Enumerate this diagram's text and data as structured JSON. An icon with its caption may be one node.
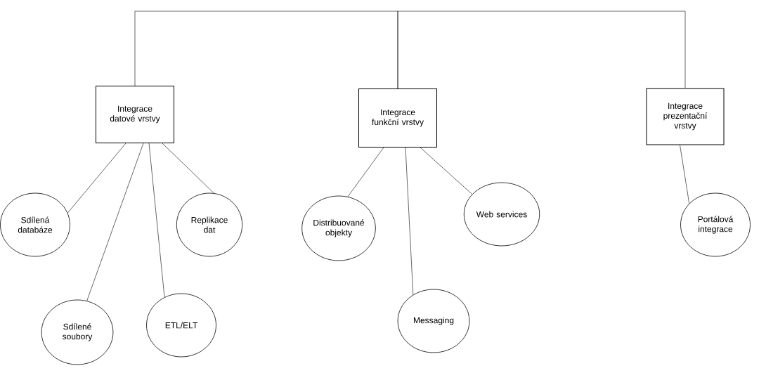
{
  "diagram": {
    "nodes": [
      {
        "text": [
          "Integrace datové vrstvy"
        ]
      },
      {
        "text": [
          "Integrace funkční vrstvy"
        ]
      },
      {
        "text": [
          "Integrace prezentační vrstvy"
        ]
      },
      {
        "text": [
          "Sdílená databáze"
        ]
      },
      {
        "text": [
          "Sdílené soubory"
        ]
      },
      {
        "text": [
          "ETL/ELT"
        ]
      },
      {
        "text": [
          "Replikace dat"
        ]
      },
      {
        "text": [
          "Distribuované objekty"
        ]
      },
      {
        "text": [
          "Messaging"
        ]
      },
      {
        "text": [
          "Web services"
        ]
      },
      {
        "text": [
          "Portálová integrace"
        ]
      }
    ],
    "edges": [
      {
        "from": 0,
        "to": 1,
        "arrow": "none"
      },
      {
        "from": 1,
        "to": 2,
        "arrow": "none"
      },
      {
        "from": 0,
        "to": 3,
        "arrow": "none"
      },
      {
        "from": 0,
        "to": 4,
        "arrow": "none"
      },
      {
        "from": 0,
        "to": 5,
        "arrow": "none"
      },
      {
        "from": 0,
        "to": 6,
        "arrow": "none"
      },
      {
        "from": 1,
        "to": 7,
        "arrow": "none"
      },
      {
        "from": 1,
        "to": 8,
        "arrow": "none"
      },
      {
        "from": 1,
        "to": 9,
        "arrow": "none"
      },
      {
        "from": 2,
        "to": 10,
        "arrow": "none"
      }
    ]
  }
}
